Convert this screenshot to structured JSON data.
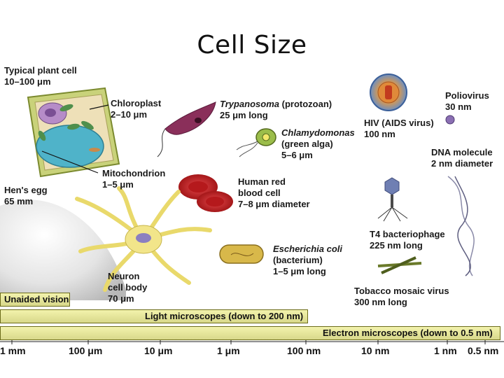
{
  "title": "Cell Size",
  "labels": {
    "plant_cell": [
      "Typical plant cell",
      "10–100 μm"
    ],
    "chloroplast": [
      "Chloroplast",
      "2–10 μm"
    ],
    "mitochondrion": [
      "Mitochondrion",
      "1–5 μm"
    ],
    "hens_egg": [
      "Hen's egg",
      "65 mm"
    ],
    "trypanosoma_name": "Trypanosoma",
    "trypanosoma_rest": " (protozoan)",
    "trypanosoma_size": "25 μm long",
    "chlamydomonas_name": "Chlamydomonas",
    "chlamydomonas_rest": [
      "(green alga)",
      "5–6 μm"
    ],
    "hiv": [
      "HIV (AIDS virus)",
      "100 nm"
    ],
    "poliovirus": [
      "Poliovirus",
      "30 nm"
    ],
    "dna": [
      "DNA molecule",
      "2 nm diameter"
    ],
    "red_blood_cell": [
      "Human red",
      "blood cell",
      "7–8 μm diameter"
    ],
    "t4": [
      "T4 bacteriophage",
      "225 nm long"
    ],
    "ecoli_name": "Escherichia coli",
    "ecoli_rest": [
      "(bacterium)",
      "1–5 μm long"
    ],
    "neuron": [
      "Neuron",
      "cell body",
      "70 μm"
    ],
    "tmv": [
      "Tobacco mosaic virus",
      "300 nm long"
    ]
  },
  "bars": {
    "unaided": "Unaided vision",
    "light": "Light microscopes (down to 200 nm)",
    "electron": "Electron microscopes (down to 0.5 nm)"
  },
  "scale": [
    "1 mm",
    "100 μm",
    "10 μm",
    "1 μm",
    "100 nm",
    "10 nm",
    "1 nm",
    "0.5 nm"
  ],
  "colors": {
    "bar_fill": "#e6e69a",
    "plant_cell_wall": "#b9c56a",
    "vacuole": "#4fb3c9",
    "red_blood_cell": "#c8282a",
    "neuron": "#f2e58a",
    "chloroplast": "#4f8f4c"
  }
}
